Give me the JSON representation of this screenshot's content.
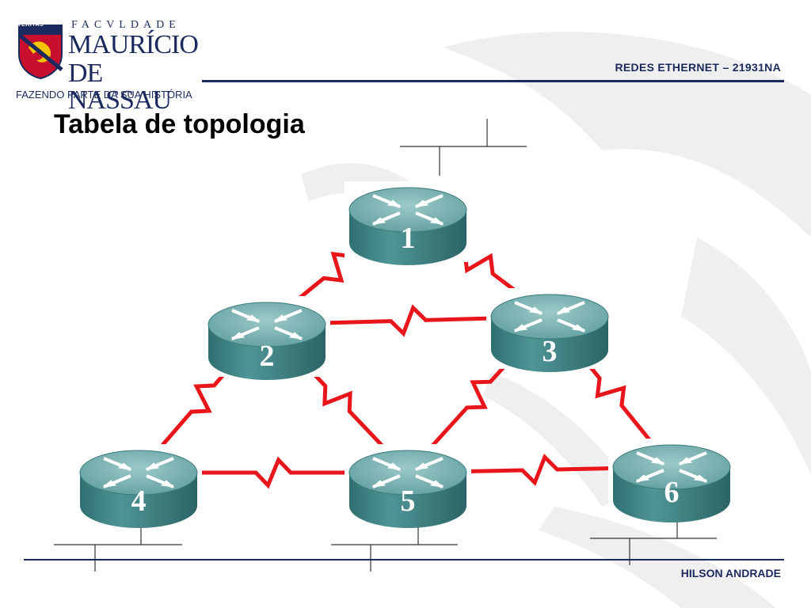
{
  "header": {
    "logo": {
      "motto": "VERITAS",
      "institution_line1": "FACVLDADE",
      "institution_line2": "MAURÍCIO",
      "institution_line3": "DE NASSAU",
      "slogan": "FAZENDO PARTE DA SUA HISTÓRIA"
    },
    "course": "REDES ETHERNET – 21931NA"
  },
  "slide": {
    "title": "Tabela de topologia"
  },
  "diagram": {
    "routers": [
      {
        "id": "r1",
        "label": "1"
      },
      {
        "id": "r2",
        "label": "2"
      },
      {
        "id": "r3",
        "label": "3"
      },
      {
        "id": "r4",
        "label": "4"
      },
      {
        "id": "r5",
        "label": "5"
      },
      {
        "id": "r6",
        "label": "6"
      }
    ],
    "links": [
      {
        "from": "r1",
        "to": "r2"
      },
      {
        "from": "r1",
        "to": "r3"
      },
      {
        "from": "r2",
        "to": "r3"
      },
      {
        "from": "r2",
        "to": "r4"
      },
      {
        "from": "r2",
        "to": "r5"
      },
      {
        "from": "r3",
        "to": "r5"
      },
      {
        "from": "r3",
        "to": "r6"
      },
      {
        "from": "r4",
        "to": "r5"
      },
      {
        "from": "r5",
        "to": "r6"
      }
    ],
    "lan_segments": [
      "r1",
      "r4",
      "r5",
      "r6"
    ],
    "colors": {
      "serial_link": "#e8161b",
      "router_body": "#3f8486",
      "router_top": "#76b0b1",
      "brand_navy": "#1b2a5e"
    }
  },
  "footer": {
    "author": "HILSON ANDRADE"
  }
}
